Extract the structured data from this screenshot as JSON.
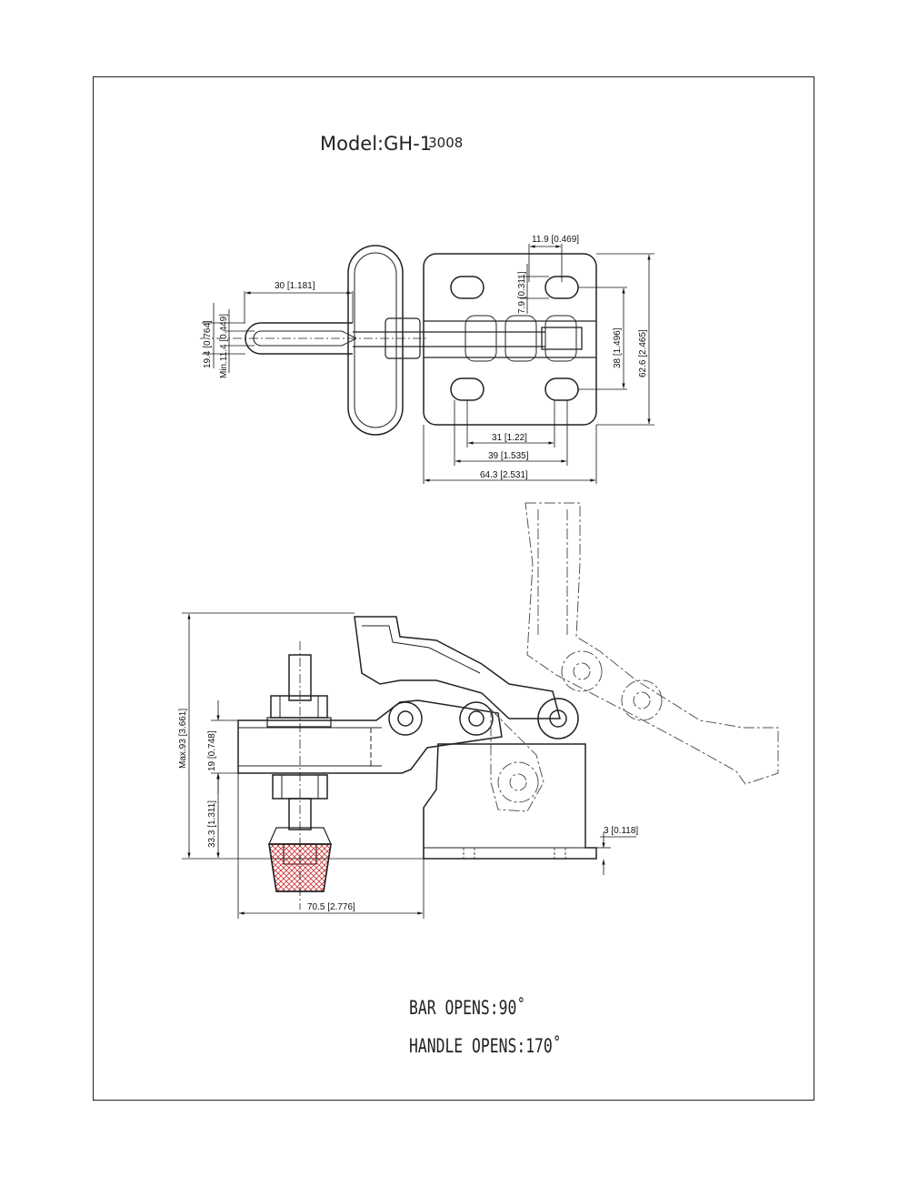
{
  "title": {
    "prefix": "Model:GH-1",
    "superscript": "3008"
  },
  "top_view_dimensions": {
    "loop_length": "30 [1.181]",
    "loop_width": "19.4 [0.764]",
    "loop_min_inner": "Min.11.4 [0.449]",
    "slot_width": "11.9 [0.469]",
    "slot_height": "7.9 [0.311]",
    "hole_spacing_y": "38 [1.496]",
    "base_height": "62.6 [2.465]",
    "hole_spacing_inner": "31 [1.22]",
    "hole_spacing_outer": "39 [1.535]",
    "base_width": "64.3 [2.531]"
  },
  "side_view_dimensions": {
    "max_height": "Max.93 [3.661]",
    "arm_thickness": "19 [0.748]",
    "arm_height": "33.3 [1.311]",
    "reach": "70.5 [2.776]",
    "base_thickness": "3 [0.118]"
  },
  "notes": {
    "bar_opens": "BAR OPENS:90˚",
    "handle_opens": "HANDLE OPENS:170˚"
  },
  "colors": {
    "line": "#222222",
    "dimension": "#111111",
    "rubber_hatch": "#cc3333"
  }
}
